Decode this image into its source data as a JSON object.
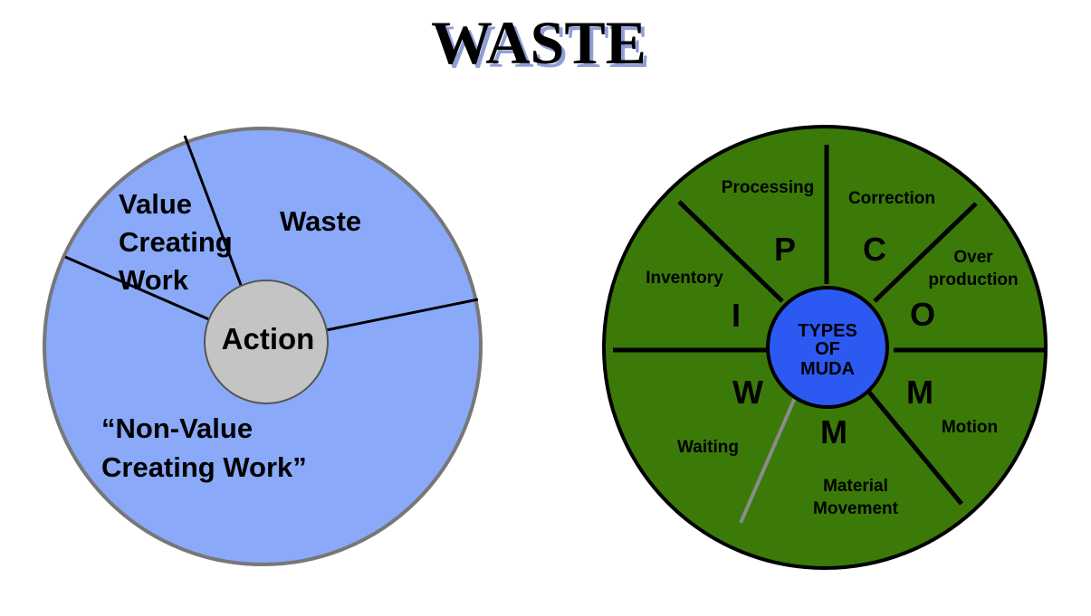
{
  "title": "WASTE",
  "left_diagram": {
    "center": "Action",
    "value_creating": [
      "Value",
      "Creating",
      "Work"
    ],
    "waste": "Waste",
    "non_value": [
      "“Non-Value",
      "Creating Work”"
    ],
    "colors": {
      "fill": "#8aa9f9",
      "center": "#c4c4c4",
      "outline": "#777777"
    }
  },
  "right_diagram": {
    "center": [
      "TYPES",
      "OF",
      "MUDA"
    ],
    "categories": {
      "processing": "Processing",
      "correction": "Correction",
      "overproduction": [
        "Over",
        "production"
      ],
      "inventory": "Inventory",
      "motion": "Motion",
      "waiting": "Waiting",
      "material_movement": [
        "Material",
        "Movement"
      ]
    },
    "letters": {
      "p": "P",
      "c": "C",
      "o": "O",
      "i": "I",
      "m_motion": "M",
      "w": "W",
      "m_material": "M"
    },
    "colors": {
      "fill": "#3b7a08",
      "center": "#2b59f2"
    }
  }
}
